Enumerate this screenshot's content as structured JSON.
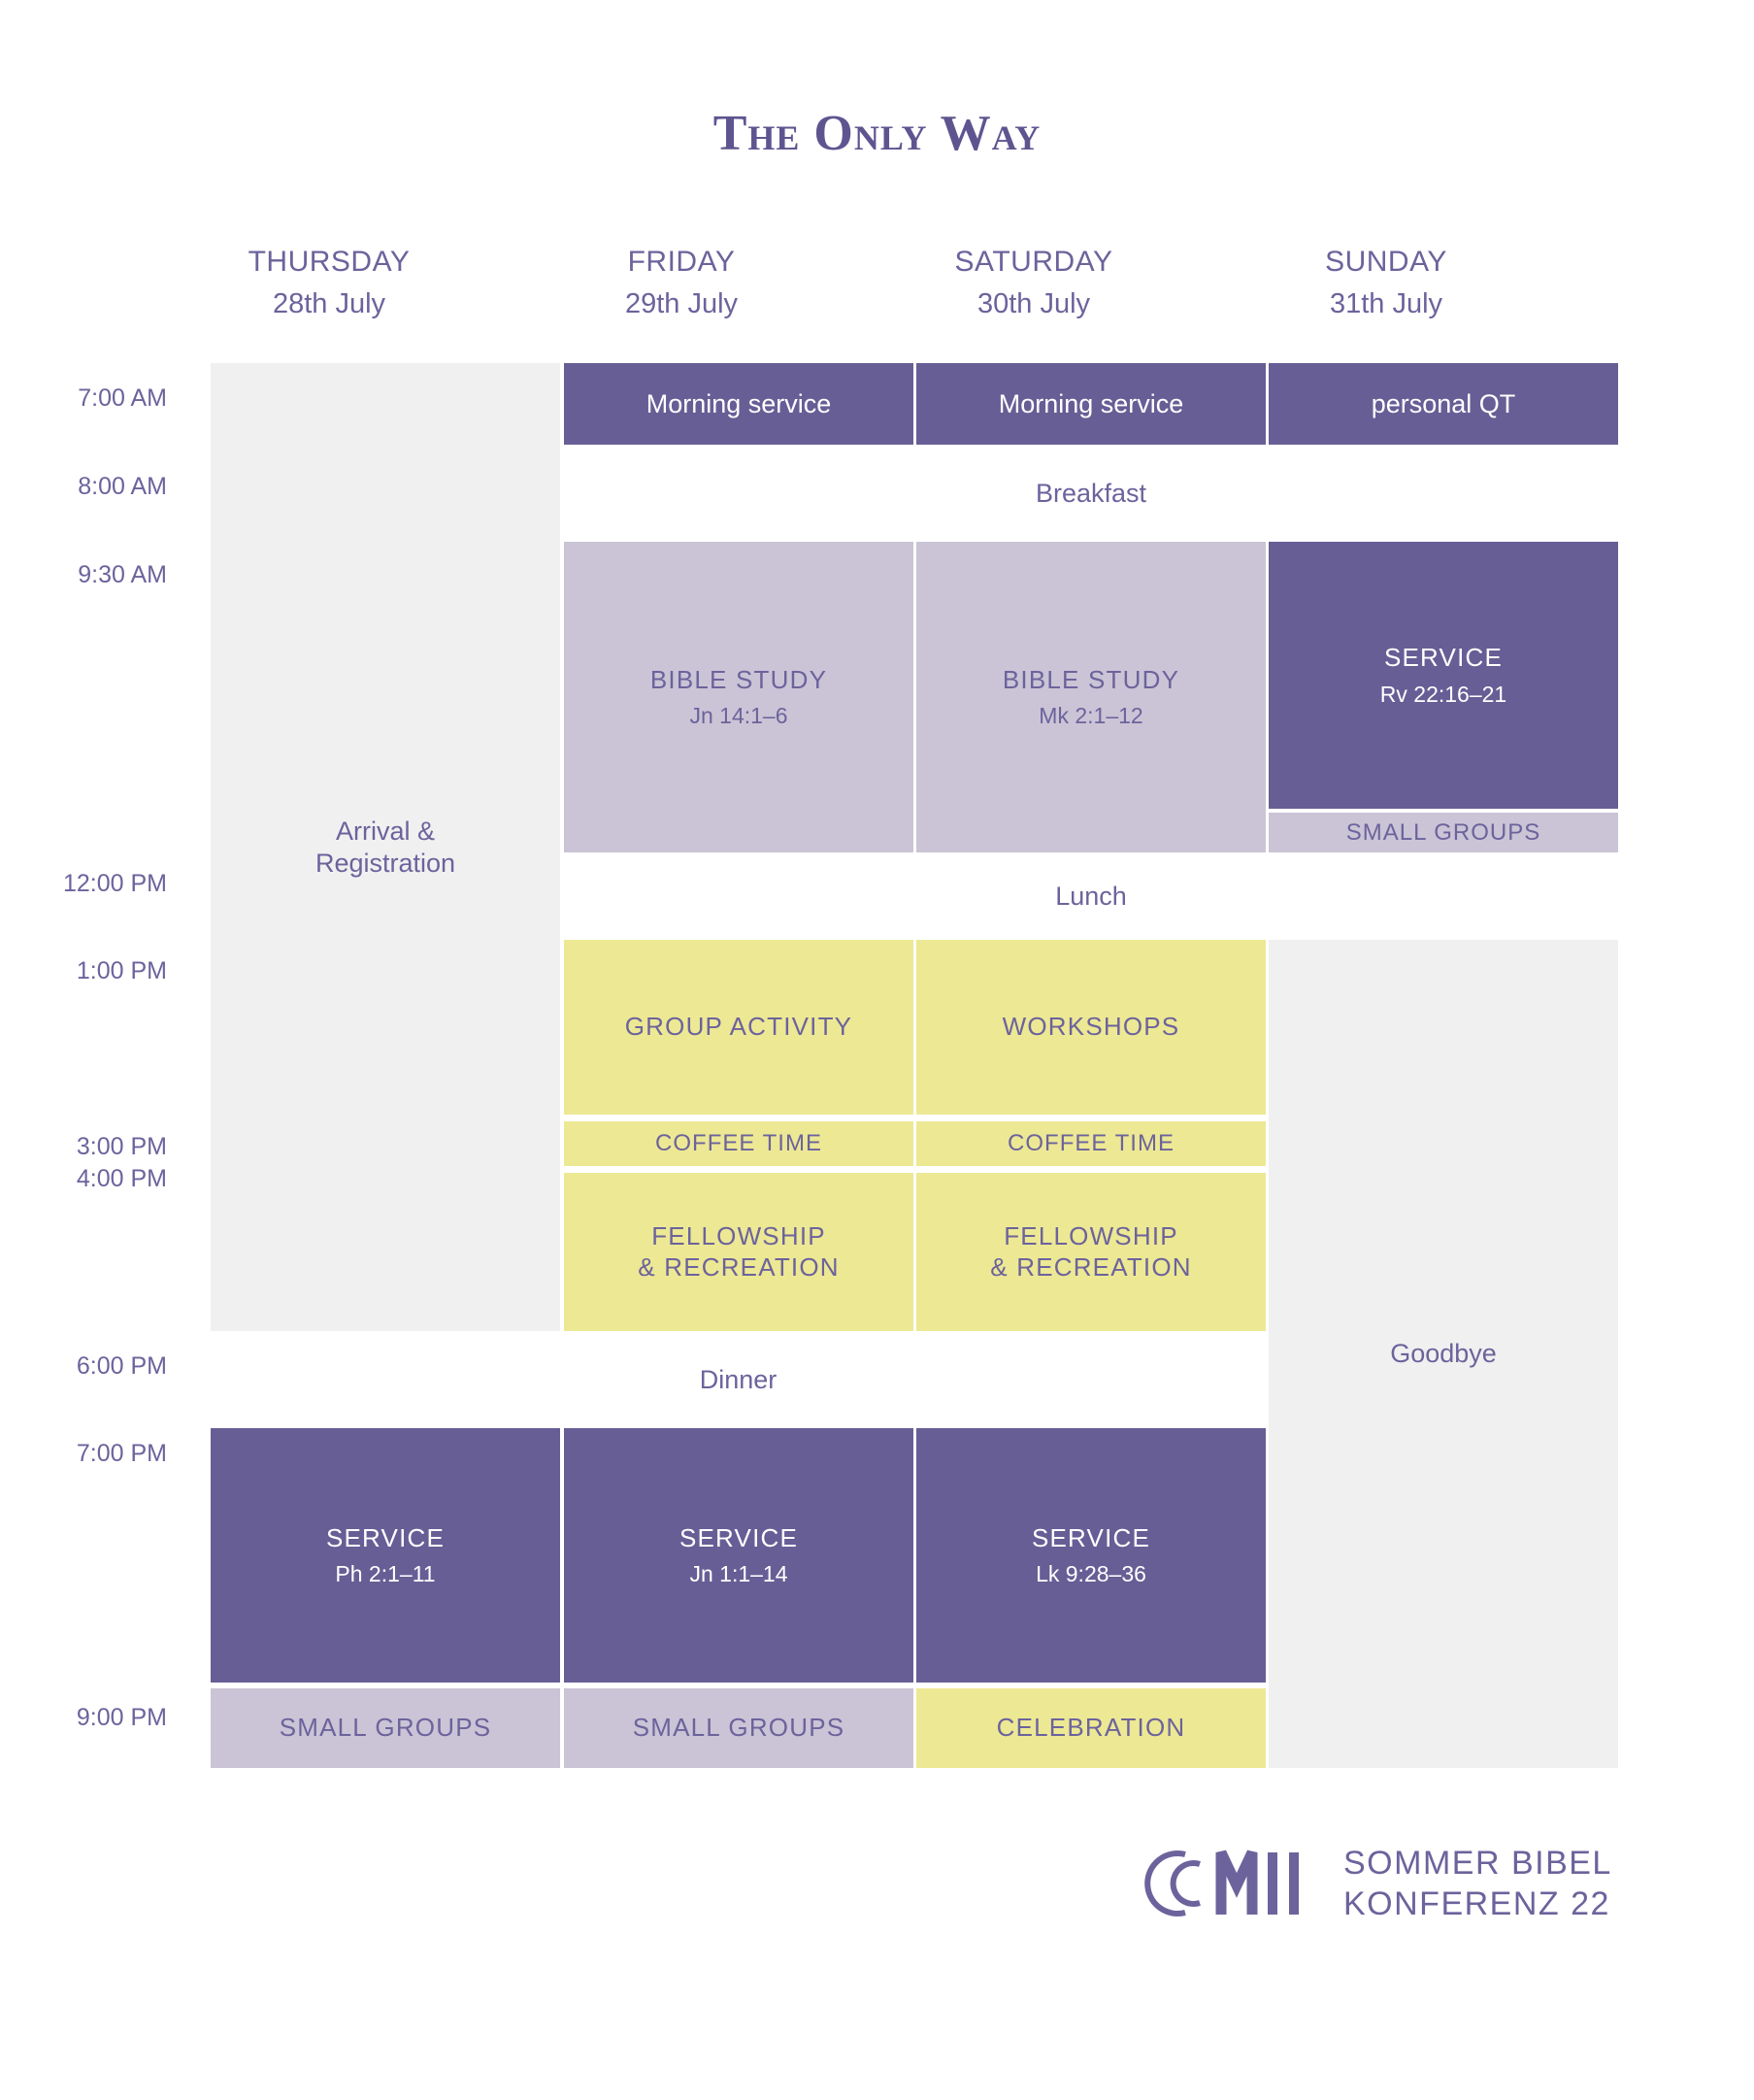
{
  "title": "The Only Way",
  "colors": {
    "purple": "#675E96",
    "lavender": "#CAC4D6",
    "yellow": "#EDE894",
    "gray": "#F0F0F0",
    "text_purple": "#6C639C",
    "title_purple": "#5E5590"
  },
  "days": [
    {
      "dow": "THURSDAY",
      "date": "28th July"
    },
    {
      "dow": "FRIDAY",
      "date": "29th July"
    },
    {
      "dow": "SATURDAY",
      "date": "30th July"
    },
    {
      "dow": "SUNDAY",
      "date": "31th July"
    }
  ],
  "times": [
    "7:00 AM",
    "8:00 AM",
    "9:30 AM",
    "12:00 PM",
    "1:00 PM",
    "3:00 PM",
    "4:00 PM",
    "6:00 PM",
    "7:00 PM",
    "9:00 PM"
  ],
  "events": [
    {
      "title": "Arrival &\nRegistration",
      "ref": ""
    },
    {
      "title": "Morning service",
      "ref": ""
    },
    {
      "title": "Morning service",
      "ref": ""
    },
    {
      "title": "personal QT",
      "ref": ""
    },
    {
      "title": "Breakfast",
      "ref": ""
    },
    {
      "title": "BIBLE STUDY",
      "ref": "Jn 14:1–6"
    },
    {
      "title": "BIBLE STUDY",
      "ref": "Mk 2:1–12"
    },
    {
      "title": "SERVICE",
      "ref": "Rv 22:16–21"
    },
    {
      "title": "SMALL GROUPS",
      "ref": ""
    },
    {
      "title": "Lunch",
      "ref": ""
    },
    {
      "title": "GROUP ACTIVITY",
      "ref": ""
    },
    {
      "title": "WORKSHOPS",
      "ref": ""
    },
    {
      "title": "Goodbye",
      "ref": ""
    },
    {
      "title": "COFFEE TIME",
      "ref": ""
    },
    {
      "title": "COFFEE TIME",
      "ref": ""
    },
    {
      "title": "FELLOWSHIP\n& RECREATION",
      "ref": ""
    },
    {
      "title": "FELLOWSHIP\n& RECREATION",
      "ref": ""
    },
    {
      "title": "Dinner",
      "ref": ""
    },
    {
      "title": "SERVICE",
      "ref": "Ph 2:1–11"
    },
    {
      "title": "SERVICE",
      "ref": "Jn 1:1–14"
    },
    {
      "title": "SERVICE",
      "ref": "Lk 9:28–36"
    },
    {
      "title": "SMALL GROUPS",
      "ref": ""
    },
    {
      "title": "SMALL GROUPS",
      "ref": ""
    },
    {
      "title": "CELEBRATION",
      "ref": ""
    }
  ],
  "logo": {
    "monogram": "CMII",
    "line1": "SOMMER BIBEL",
    "line2": "KONFERENZ 22"
  }
}
